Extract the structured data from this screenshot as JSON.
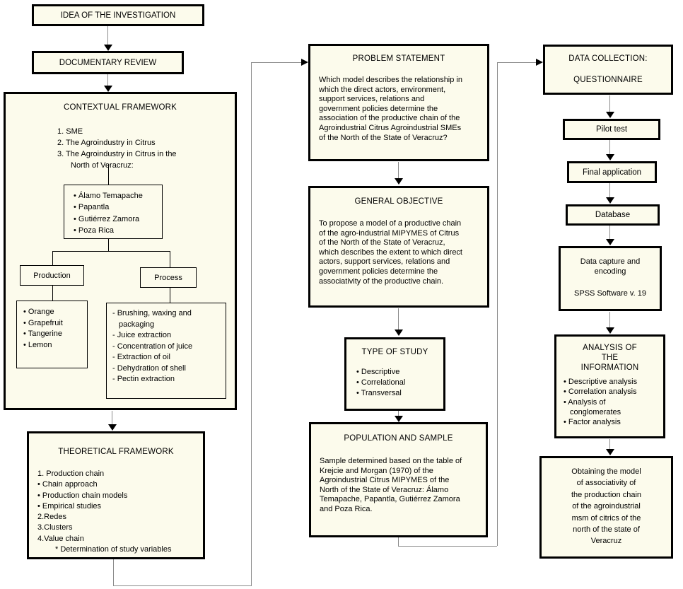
{
  "colors": {
    "box_fill": "#fcfbec",
    "border": "#000000",
    "connector": "#8a8a8a",
    "background": "#ffffff"
  },
  "flow": {
    "idea": {
      "label": "IDEA OF THE INVESTIGATION"
    },
    "documentary": {
      "label": "DOCUMENTARY REVIEW"
    },
    "contextual": {
      "title": "CONTEXTUAL FRAMEWORK",
      "items": [
        "1. SME",
        "2. The Agroindustry in Citrus",
        "3. The Agroindustry in Citrus in the\nNorth of Veracruz:"
      ],
      "municipalities": [
        "• Álamo Temapache",
        "• Papantla",
        "• Gutiérrez Zamora",
        "• Poza Rica"
      ],
      "production_label": "Production",
      "process_label": "Process",
      "production_items": [
        "• Orange",
        "• Grapefruit",
        "• Tangerine",
        "• Lemon"
      ],
      "process_items": [
        "- Brushing, waxing and\npackaging",
        "- Juice extraction",
        "- Concentration of juice",
        "- Extraction of oil",
        "- Dehydration of shell",
        "- Pectin extraction"
      ]
    },
    "theoretical": {
      "title": "THEORETICAL FRAMEWORK",
      "items": [
        "1. Production chain",
        "• Chain approach",
        "• Production chain models",
        "• Empirical studies",
        "2.Redes",
        "3.Clusters",
        "4.Value chain",
        "* Determination of study variables"
      ]
    },
    "problem": {
      "title": "PROBLEM STATEMENT",
      "body": "Which model describes the relationship in\nwhich the direct actors, environment,\nsupport services, relations and\ngovernment policies determine the\nassociation of the productive chain of the\nAgroindustrial Citrus Agroindustrial SMEs\nof the North of the State of Veracruz?"
    },
    "objective": {
      "title": "GENERAL OBJECTIVE",
      "body": "To propose a model of a productive chain\nof the agro-industrial MIPYMES of Citrus\nof the North of the State of Veracruz,\nwhich describes the extent to which direct\nactors, support services, relations and\ngovernment policies determine the\nassociativity of the productive chain."
    },
    "type_of_study": {
      "title": "TYPE OF STUDY",
      "items": [
        "• Descriptive",
        "• Correlational",
        "• Transversal"
      ]
    },
    "population": {
      "title": "POPULATION AND SAMPLE",
      "body": "Sample determined based on the table of\nKrejcie and Morgan (1970) of the\nAgroindustrial Citrus MIPYMES of the\nNorth of the State of Veracruz: Álamo\nTemapache, Papantla, Gutiérrez Zamora\nand Poza Rica."
    },
    "data_collection": {
      "line1": "DATA COLLECTION:",
      "line2": "QUESTIONNAIRE"
    },
    "pilot": {
      "label": "Pilot test"
    },
    "final_application": {
      "label": "Final application"
    },
    "database": {
      "label": "Database"
    },
    "capture": {
      "line1": "Data capture and\nencoding",
      "line2": "SPSS Software v. 19"
    },
    "analysis": {
      "title": "ANALYSIS OF\nTHE\nINFORMATION",
      "items": [
        "• Descriptive analysis",
        "• Correlation analysis",
        "• Analysis of\nconglomerates",
        "• Factor analysis"
      ]
    },
    "model": {
      "body": "Obtaining the model\nof associativity of\nthe production chain\nof the agroindustrial\nmsm of citrics of the\nnorth of the state of\nVeracruz"
    }
  }
}
